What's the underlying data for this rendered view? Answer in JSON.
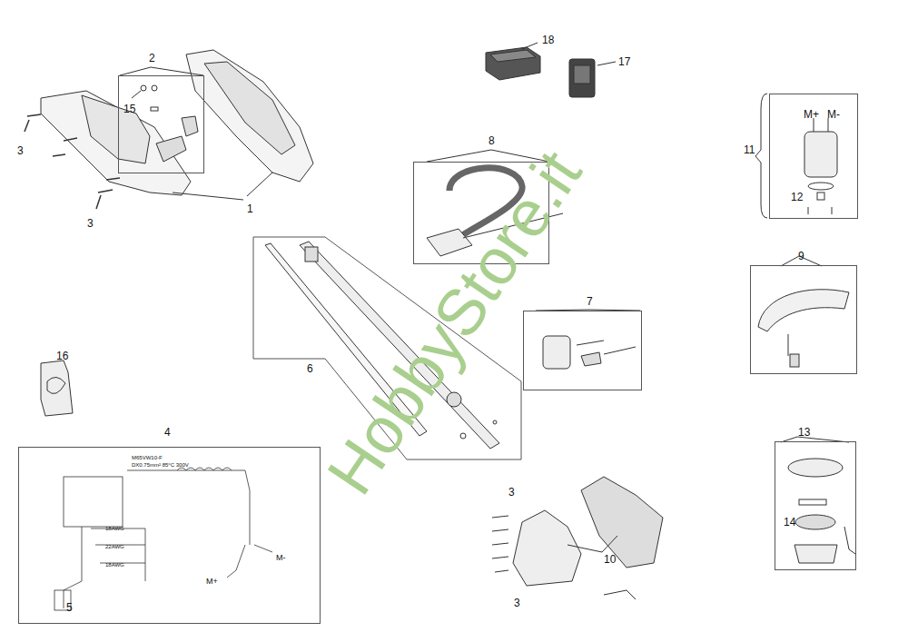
{
  "diagram": {
    "nodes": [
      {
        "text": [
          "2",
          "15"
        ]
      },
      {
        "text": [
          "8"
        ]
      },
      {
        "text": [
          "11",
          "M+",
          "M-",
          "12"
        ]
      },
      {
        "text": [
          "9"
        ]
      },
      {
        "text": [
          "6"
        ]
      },
      {
        "text": [
          "7"
        ]
      },
      {
        "text": [
          "4",
          "M65VW10-F",
          "DX0.75mm² 85°C 300V",
          "18AWG",
          "22AWG",
          "18AWG",
          "M+",
          "M-",
          "5"
        ]
      },
      {
        "text": [
          "13",
          "14"
        ]
      }
    ],
    "labels": [
      "18",
      "17",
      "3",
      "3",
      "1",
      "16",
      "3",
      "10",
      "3",
      "HobbyStore.it"
    ]
  }
}
